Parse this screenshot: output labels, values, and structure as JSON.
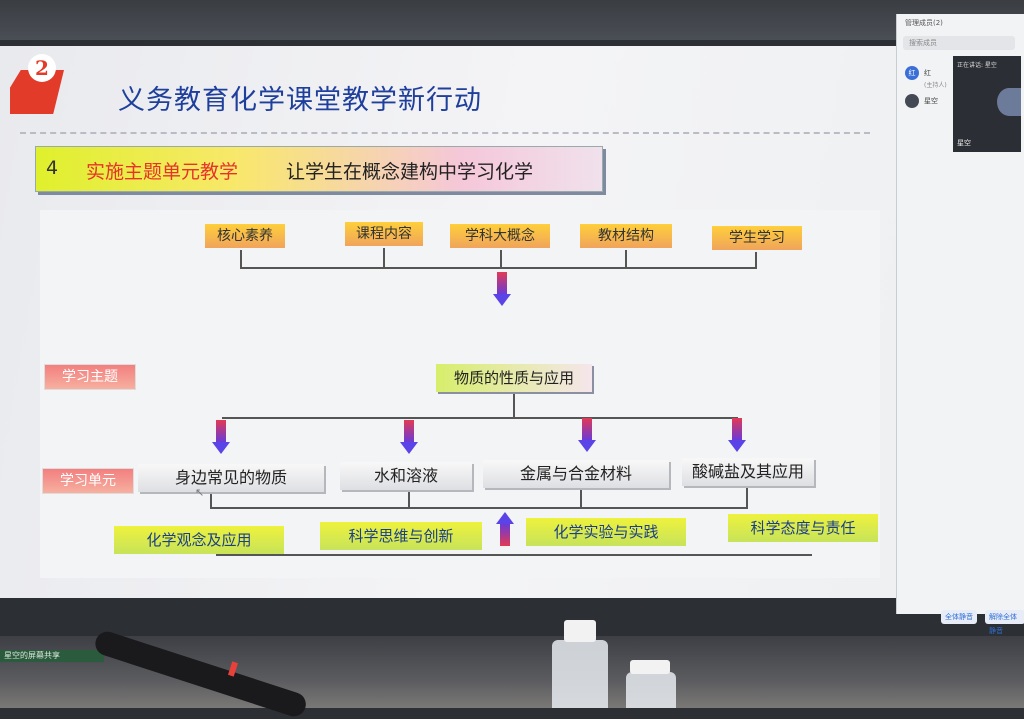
{
  "slide": {
    "logo_number": "2",
    "title": "义务教育化学课堂教学新行动",
    "subtitle_number": "4",
    "subtitle_red": "实施主题单元教学",
    "subtitle_black": "让学生在概念建构中学习化学",
    "top_boxes": [
      "核心素养",
      "课程内容",
      "学科大概念",
      "教材结构",
      "学生学习"
    ],
    "side_labels": {
      "theme": "学习主题",
      "unit": "学习单元"
    },
    "theme_box": "物质的性质与应用",
    "unit_boxes": [
      "身边常见的物质",
      "水和溶液",
      "金属与合金材料",
      "酸碱盐及其应用"
    ],
    "bottom_boxes": [
      "化学观念及应用",
      "科学思维与创新",
      "化学实验与实践",
      "科学态度与责任"
    ]
  },
  "meeting_panel": {
    "header": "管理成员(2)",
    "search_placeholder": "搜索成员",
    "members": [
      {
        "initial": "红",
        "name": "红",
        "sub": "(主持人)"
      },
      {
        "initial": "",
        "name": "星空",
        "sub": ""
      }
    ],
    "video_tile": {
      "label": "正在讲话: 星空",
      "name": "星空"
    },
    "buttons": [
      "全体静音",
      "解除全体静音"
    ]
  },
  "share_bar": {
    "label": "星空的屏幕共享"
  },
  "colors": {
    "title_blue": "#1e3f9c",
    "subtitle_red": "#e8332b",
    "side_label_bg": "#f37f7f"
  }
}
